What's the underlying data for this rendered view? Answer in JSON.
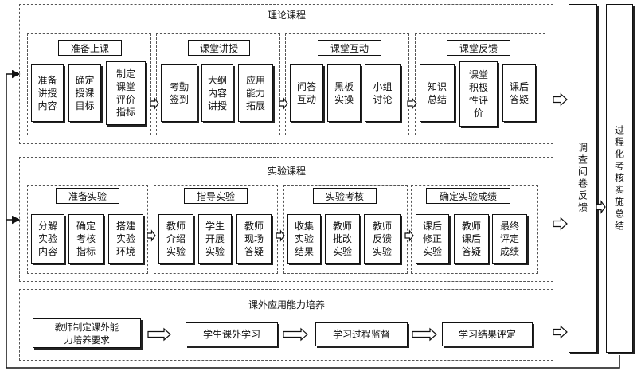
{
  "theory": {
    "title": "理论课程",
    "groups": [
      {
        "header": "准备上课",
        "items": [
          "准备\n讲授\n内容",
          "确定\n授课\n目标",
          "制定\n课堂\n评价\n指标"
        ]
      },
      {
        "header": "课堂讲授",
        "items": [
          "考勤\n签到",
          "大纲\n内容\n讲授",
          "应用\n能力\n拓展"
        ]
      },
      {
        "header": "课堂互动",
        "items": [
          "问答\n互动",
          "黑板\n实操",
          "小组\n讨论"
        ]
      },
      {
        "header": "课堂反馈",
        "items": [
          "知识\n总结",
          "课堂\n积极\n性评\n价",
          "课后\n答疑"
        ]
      }
    ]
  },
  "experiment": {
    "title": "实验课程",
    "groups": [
      {
        "header": "准备实验",
        "items": [
          "分解\n实验\n内容",
          "确定\n考核\n指标",
          "搭建\n实验\n环境"
        ]
      },
      {
        "header": "指导实验",
        "items": [
          "教师\n介绍\n实验",
          "学生\n开展\n实验",
          "教师\n现场\n答疑"
        ]
      },
      {
        "header": "实验考核",
        "items": [
          "收集\n实验\n结果",
          "教师\n批改\n实验",
          "教师\n反馈\n实验"
        ]
      },
      {
        "header": "确定实验成绩",
        "items": [
          "课后\n修正\n实验",
          "教师\n课后\n答疑",
          "最终\n评定\n成绩"
        ]
      }
    ]
  },
  "outside": {
    "title": "课外应用能力培养",
    "steps": [
      "教师制定课外能\n力培养要求",
      "学生课外学习",
      "学习过程监督",
      "学习结果评定"
    ]
  },
  "feedback": "调查问卷反馈",
  "summary": "过程化考核实施总结"
}
